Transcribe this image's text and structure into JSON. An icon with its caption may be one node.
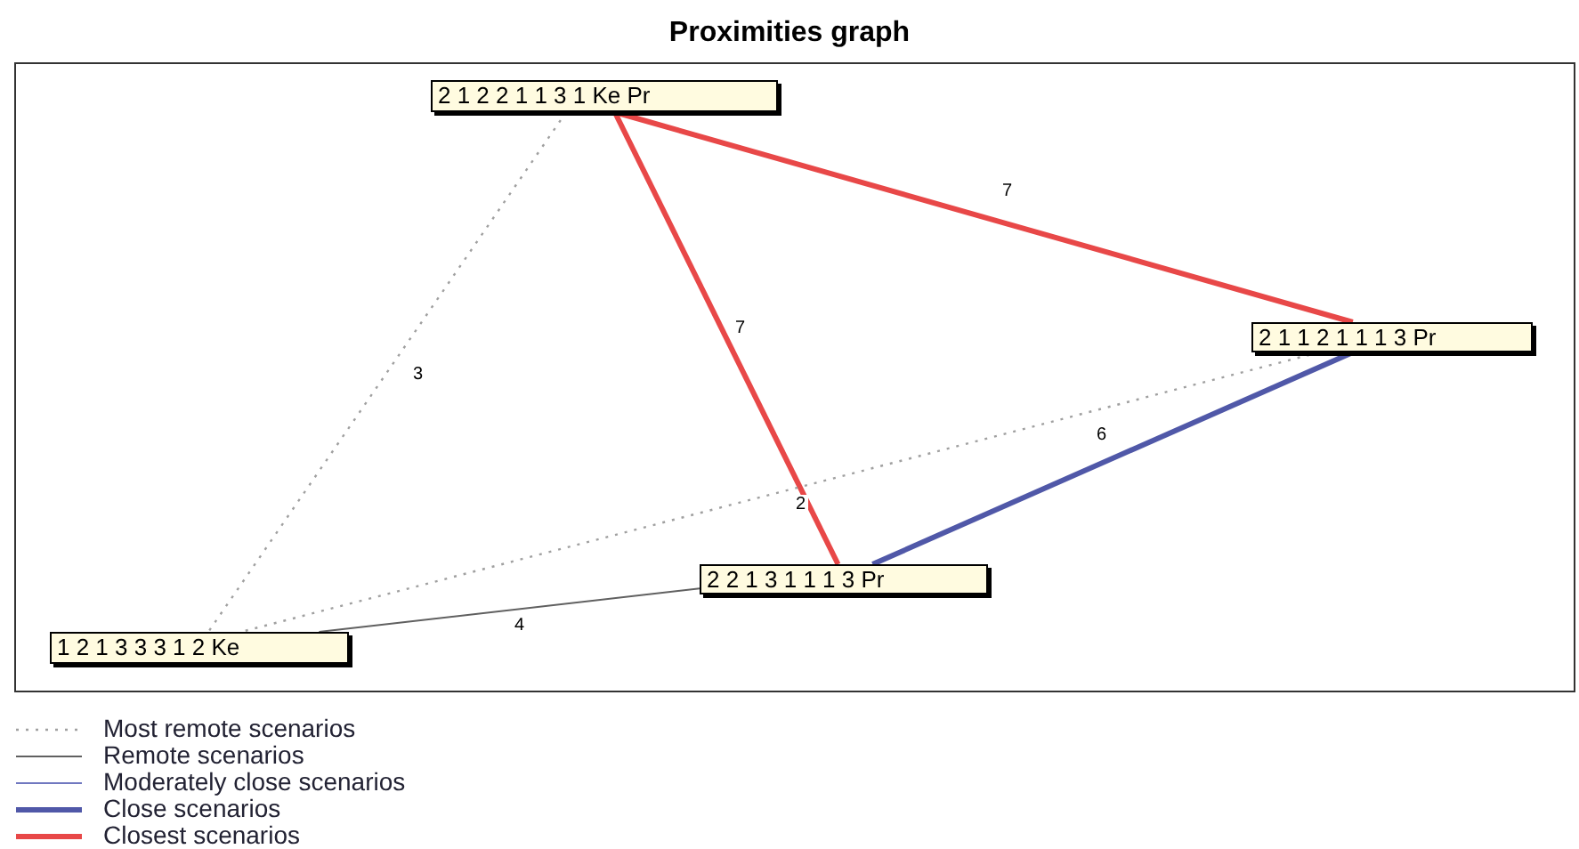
{
  "diagram": {
    "title": "Proximities graph",
    "nodes": [
      {
        "text": [
          "2 1 2 2 1 1 3 1 Ke Pr"
        ]
      },
      {
        "text": [
          "2 1 1 2 1 1 1 3 Pr"
        ]
      },
      {
        "text": [
          "2 2 1 3 1 1 1 3 Pr"
        ]
      },
      {
        "text": [
          "1 2 1 3 3 3 1 2 Ke"
        ]
      }
    ],
    "edges": [
      {
        "from": 0,
        "to": 1,
        "arrow": "none",
        "label": "7",
        "style": "thick",
        "color": "#e84848"
      },
      {
        "from": 0,
        "to": 2,
        "arrow": "none",
        "label": "7",
        "style": "thick",
        "color": "#e84848"
      },
      {
        "from": 0,
        "to": 3,
        "arrow": "none",
        "label": "3",
        "style": "dashed",
        "color": "#a0a0a0"
      },
      {
        "from": 1,
        "to": 2,
        "arrow": "none",
        "label": "6",
        "style": "thick",
        "color": "#5058a8"
      },
      {
        "from": 1,
        "to": 3,
        "arrow": "none",
        "label": "2",
        "style": "dashed",
        "color": "#a0a0a0"
      },
      {
        "from": 3,
        "to": 2,
        "arrow": "none",
        "label": "4",
        "color": "#606060"
      }
    ],
    "legend": [
      {
        "text": "Most remote scenarios"
      },
      {
        "text": "Remote scenarios"
      },
      {
        "text": "Moderately close scenarios"
      },
      {
        "text": "Close scenarios"
      },
      {
        "text": "Closest scenarios"
      }
    ]
  }
}
